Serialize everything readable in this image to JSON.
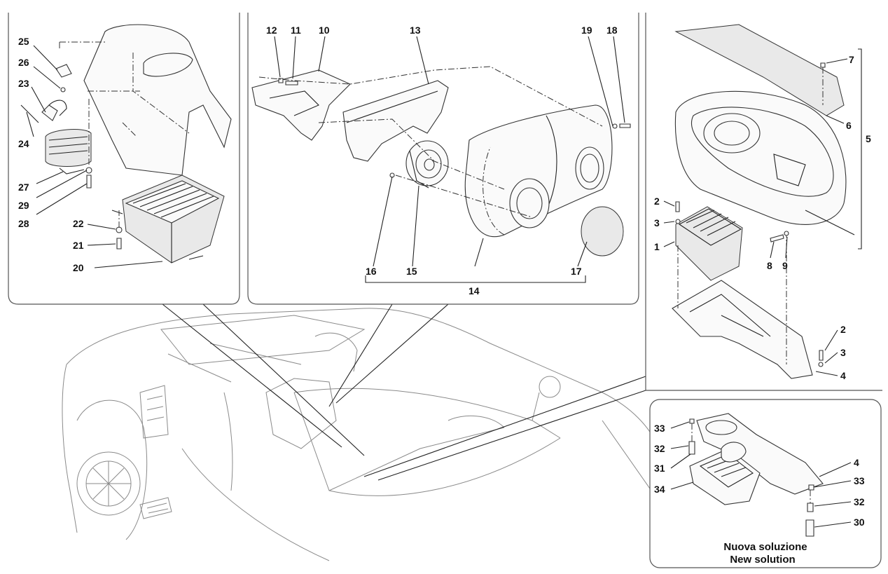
{
  "diagram": {
    "panel_left_labels": [
      "25",
      "26",
      "23",
      "24",
      "27",
      "29",
      "28",
      "22",
      "21",
      "20"
    ],
    "panel_center_labels": [
      "12",
      "11",
      "10",
      "13",
      "19",
      "18",
      "16",
      "15",
      "14",
      "17"
    ],
    "panel_right_labels": [
      "7",
      "6",
      "5",
      "2",
      "3",
      "1",
      "8",
      "9",
      "2",
      "3",
      "4"
    ],
    "panel_new_labels": [
      "33",
      "32",
      "31",
      "34",
      "4",
      "33",
      "32",
      "30"
    ],
    "new_solution_it": "Nuova soluzione",
    "new_solution_en": "New solution"
  }
}
